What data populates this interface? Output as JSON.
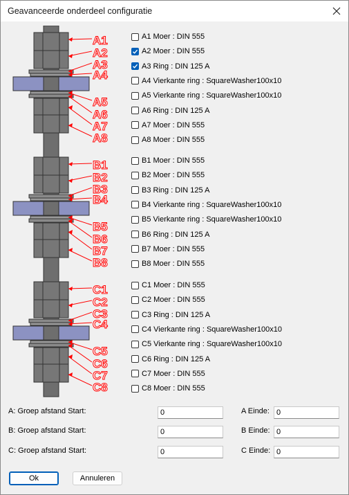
{
  "window": {
    "title": "Geavanceerde onderdeel configuratie"
  },
  "diagram_labels": [
    "A1",
    "A2",
    "A3",
    "A4",
    "A5",
    "A6",
    "A7",
    "A8",
    "B1",
    "B2",
    "B3",
    "B4",
    "B5",
    "B6",
    "B7",
    "B8",
    "C1",
    "C2",
    "C3",
    "C4",
    "C5",
    "C6",
    "C7",
    "C8"
  ],
  "colors": {
    "label_red": "#ff0000",
    "steel": "#777777",
    "plate": "#8c92c2",
    "checked": "#005fb8"
  },
  "checkboxes": [
    {
      "label": "A1 Moer : DIN 555",
      "checked": false
    },
    {
      "label": "A2 Moer : DIN 555",
      "checked": true
    },
    {
      "label": "A3 Ring : DIN 125 A",
      "checked": true
    },
    {
      "label": "A4 Vierkante ring : SquareWasher100x10",
      "checked": false
    },
    {
      "label": "A5 Vierkante ring : SquareWasher100x10",
      "checked": false
    },
    {
      "label": "A6 Ring : DIN 125 A",
      "checked": false
    },
    {
      "label": "A7 Moer : DIN 555",
      "checked": false
    },
    {
      "label": "A8 Moer : DIN 555",
      "checked": false
    },
    {
      "label": "B1 Moer : DIN 555",
      "checked": false
    },
    {
      "label": "B2 Moer : DIN 555",
      "checked": false
    },
    {
      "label": "B3 Ring : DIN 125 A",
      "checked": false
    },
    {
      "label": "B4 Vierkante ring : SquareWasher100x10",
      "checked": false
    },
    {
      "label": "B5 Vierkante ring : SquareWasher100x10",
      "checked": false
    },
    {
      "label": "B6 Ring : DIN 125 A",
      "checked": false
    },
    {
      "label": "B7 Moer : DIN 555",
      "checked": false
    },
    {
      "label": "B8 Moer : DIN 555",
      "checked": false
    },
    {
      "label": "C1 Moer : DIN 555",
      "checked": false
    },
    {
      "label": "C2 Moer : DIN 555",
      "checked": false
    },
    {
      "label": "C3 Ring : DIN 125 A",
      "checked": false
    },
    {
      "label": "C4 Vierkante ring : SquareWasher100x10",
      "checked": false
    },
    {
      "label": "C5 Vierkante ring : SquareWasher100x10",
      "checked": false
    },
    {
      "label": "C6 Ring : DIN 125 A",
      "checked": false
    },
    {
      "label": "C7 Moer : DIN 555",
      "checked": false
    },
    {
      "label": "C8 Moer : DIN 555",
      "checked": false
    }
  ],
  "distances": {
    "a_start_label": "A: Groep afstand Start:",
    "a_start_value": "0",
    "a_end_label": "A Einde:",
    "a_end_value": "0",
    "b_start_label": "B: Groep afstand Start:",
    "b_start_value": "0",
    "b_end_label": "B Einde:",
    "b_end_value": "0",
    "c_start_label": "C: Groep afstand Start:",
    "c_start_value": "0",
    "c_end_label": "C Einde:",
    "c_end_value": "0"
  },
  "buttons": {
    "ok": "Ok",
    "cancel": "Annuleren"
  },
  "icons": {
    "close": "close-icon",
    "check": "checkmark-icon"
  }
}
